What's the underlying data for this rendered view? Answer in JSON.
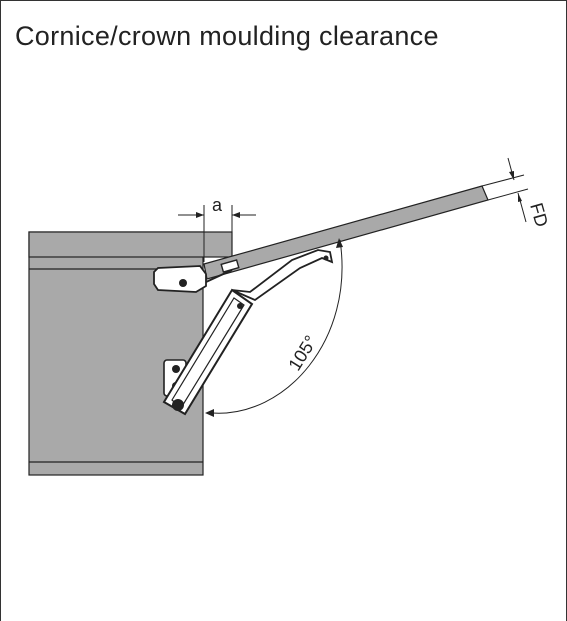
{
  "title": "Cornice/crown moulding clearance",
  "labels": {
    "clearance": "a",
    "front_thickness": "FD",
    "opening_angle": "105°"
  },
  "colors": {
    "cabinet": "#a9a9a9",
    "flap": "#a9a9a9",
    "line": "#222222",
    "hardware": "#ffffff"
  }
}
